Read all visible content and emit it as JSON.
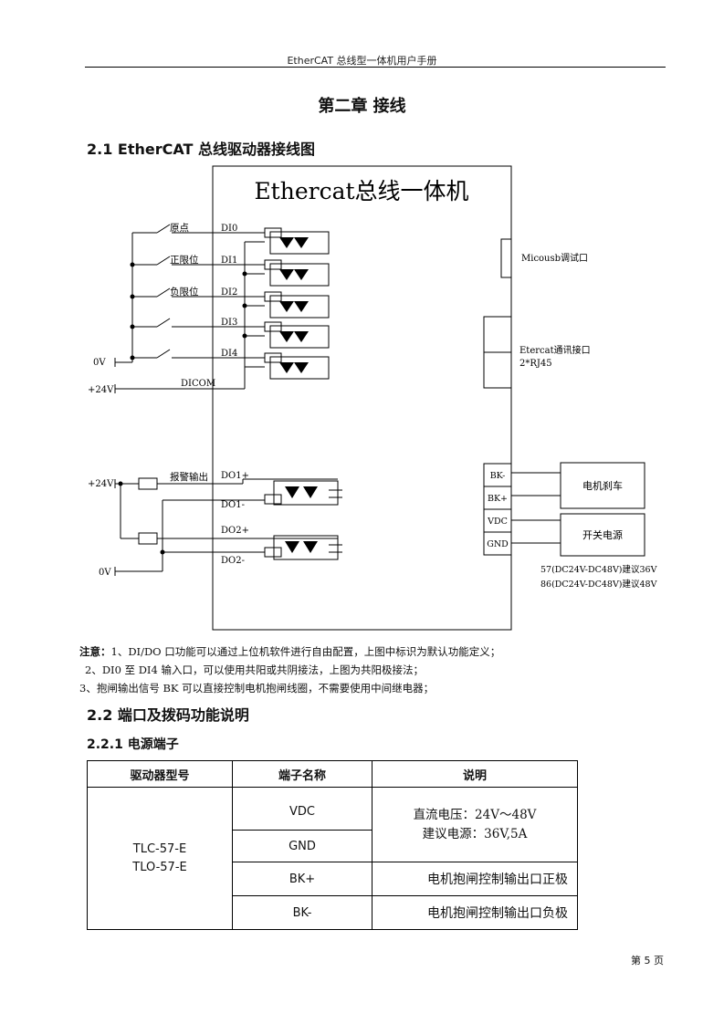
{
  "header": {
    "title": "EtherCAT 总线型一体机用户手册"
  },
  "chapter_title": "第二章 接线",
  "section_2_1": {
    "title": "2.1 EtherCAT 总线驱动器接线图"
  },
  "diagram": {
    "box_title": "Ethercat总线一体机",
    "inputs": [
      {
        "label": "原点",
        "pin": "DI0"
      },
      {
        "label": "正限位",
        "pin": "DI1"
      },
      {
        "label": "负限位",
        "pin": "DI2"
      },
      {
        "label": "",
        "pin": "DI3"
      },
      {
        "label": "",
        "pin": "DI4"
      }
    ],
    "zero_v": "0V",
    "plus_24v": "+24V",
    "dicom": "DICOM",
    "out_24v": "+24V",
    "out_0v": "0V",
    "alarm_label": "报警输出",
    "do_pins": [
      "DO1+",
      "DO1-",
      "DO2+",
      "DO2-"
    ],
    "micro_usb": "Micousb调试口",
    "ethercat_port_line1": "Etercat通讯接口",
    "ethercat_port_line2": "2*RJ45",
    "terminals": [
      "BK-",
      "BK+",
      "VDC",
      "GND"
    ],
    "brake_label": "电机刹车",
    "psu_label": "开关电源",
    "psu_note1": "57(DC24V-DC48V)建议36V",
    "psu_note2": "86(DC24V-DC48V)建议48V"
  },
  "notes": {
    "prefix": "注意：",
    "line1": "1、DI/DO 口功能可以通过上位机软件进行自由配置，上图中标识为默认功能定义；",
    "line2": "2、DI0 至 DI4 输入口，可以使用共阳或共阴接法，上图为共阳极接法；",
    "line3": "3、抱闸输出信号 BK 可以直接控制电机抱闸线圈，不需要使用中间继电器；"
  },
  "section_2_2": {
    "title": "2.2 端口及拨码功能说明"
  },
  "section_2_2_1": {
    "title": "2.2.1  电源端子"
  },
  "table": {
    "headers": [
      "驱动器型号",
      "端子名称",
      "说明"
    ],
    "model_line1": "TLC-57-E",
    "model_line2": "TLO-57-E",
    "rows": [
      {
        "terminal": "VDC"
      },
      {
        "terminal": "GND"
      },
      {
        "terminal": "BK+",
        "desc": "电机抱闸控制输出口正极"
      },
      {
        "terminal": "BK-",
        "desc": "电机抱闸控制输出口负极"
      }
    ],
    "power_desc_line1": "直流电压：24V～48V",
    "power_desc_line2": "建议电源：36V,5A"
  },
  "footer": {
    "page": "第 5 页"
  }
}
